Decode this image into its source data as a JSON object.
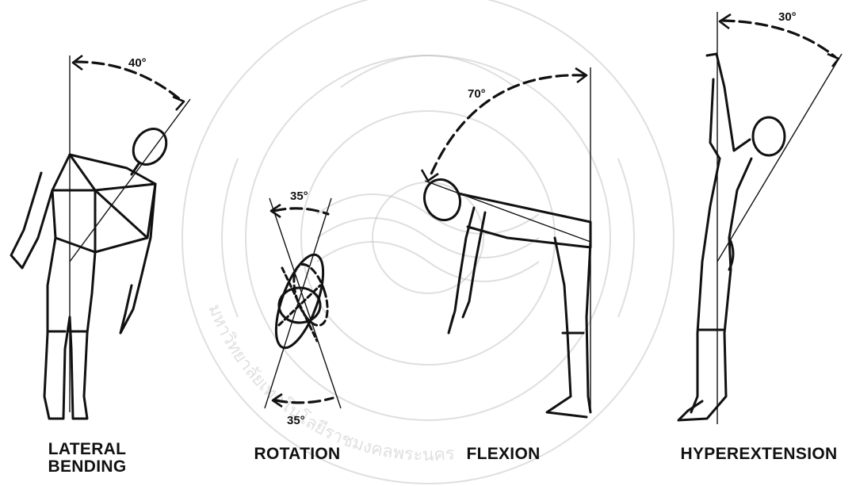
{
  "panels": [
    {
      "id": "lateral-bending",
      "angle": "40°",
      "caption_lines": [
        "LATERAL",
        "BENDING"
      ]
    },
    {
      "id": "rotation",
      "angle_top": "35°",
      "angle_bottom": "35°",
      "caption_lines": [
        "ROTATION"
      ]
    },
    {
      "id": "flexion",
      "angle": "70°",
      "caption_lines": [
        "FLEXION"
      ]
    },
    {
      "id": "hyperextension",
      "angle": "30°",
      "caption_lines": [
        "HYPEREXTENSION"
      ]
    }
  ],
  "watermark": {
    "text": "มหาวิทยาลัยเทคโนโลยีราชมงคลพระนคร"
  }
}
